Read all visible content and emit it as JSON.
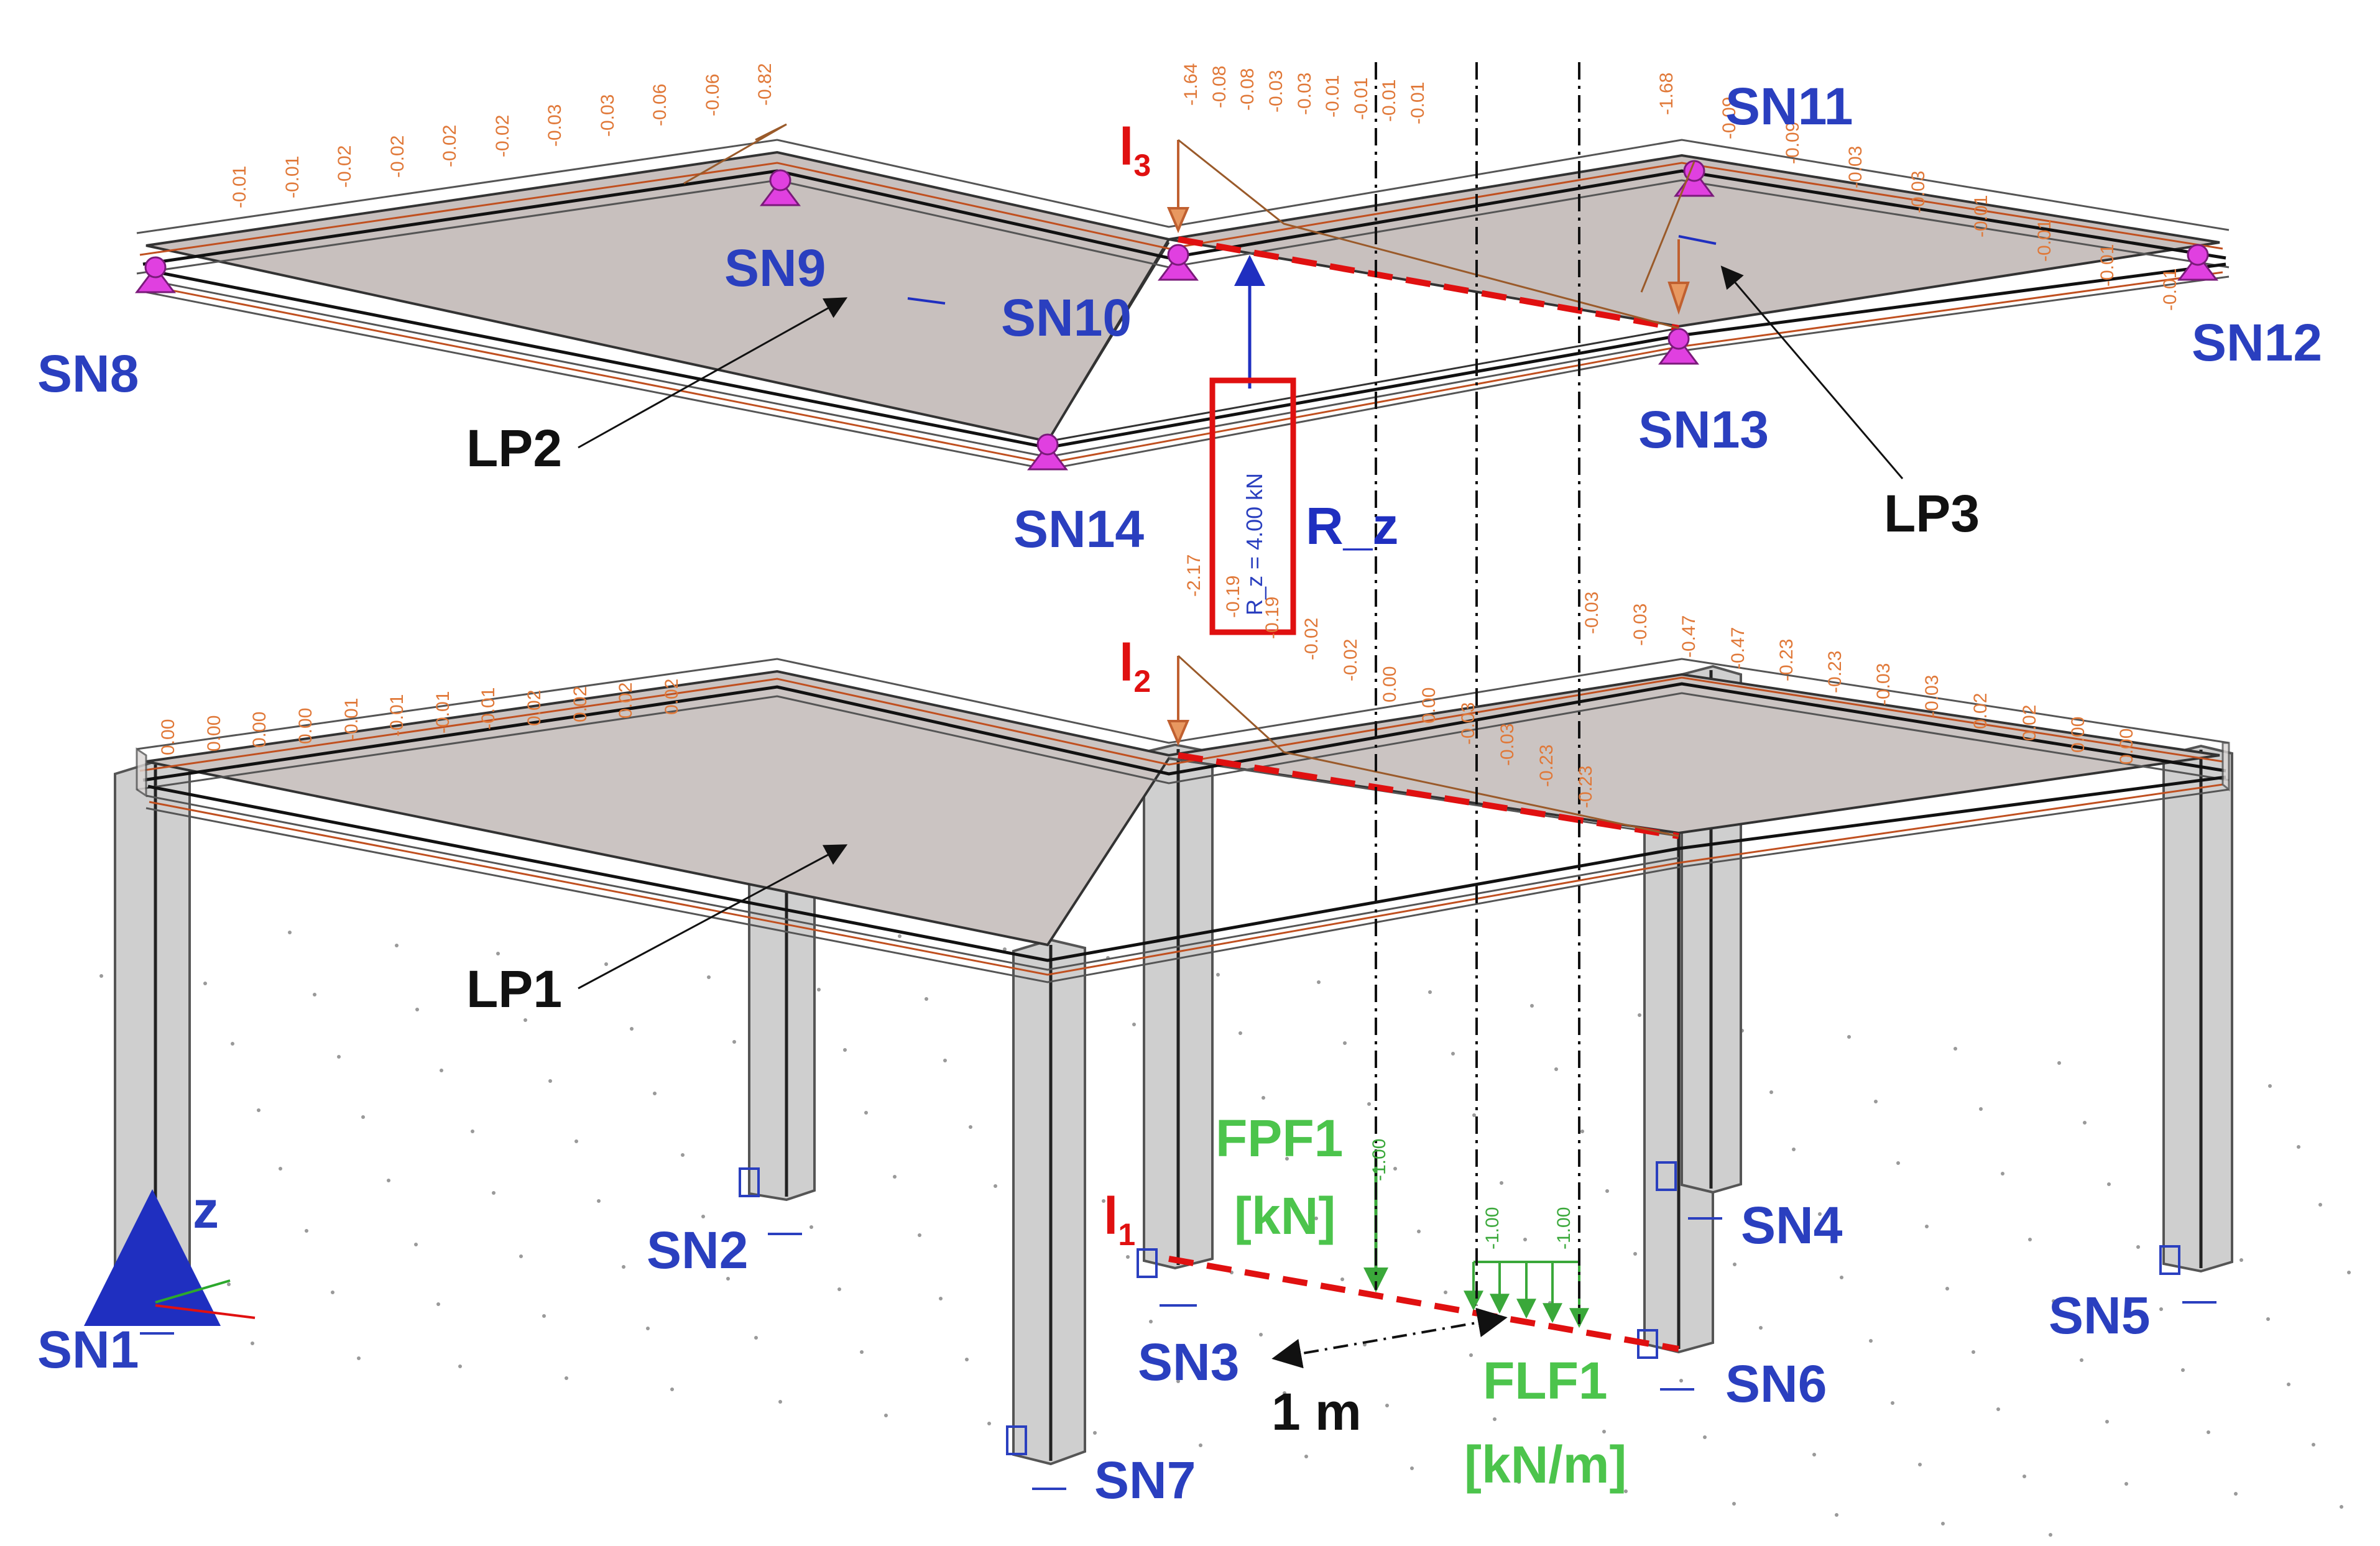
{
  "support_nodes": [
    "SN1",
    "SN2",
    "SN3",
    "SN4",
    "SN5",
    "SN6",
    "SN7",
    "SN8",
    "SN9",
    "SN10",
    "SN11",
    "SN12",
    "SN13",
    "SN14"
  ],
  "load_patterns": [
    "LP1",
    "LP2",
    "LP3"
  ],
  "loads": {
    "point_force": {
      "name": "FPF1",
      "unit": "[kN]",
      "value": "-1.00"
    },
    "line_force": {
      "name": "FLF1",
      "unit": "[kN/m]",
      "values": [
        "-1.00",
        "-1.00"
      ]
    }
  },
  "distance_label": "1 m",
  "axis_label": "z",
  "lines": {
    "l1": "l",
    "l1_sub": "1",
    "l2": "l",
    "l2_sub": "2",
    "l3": "l",
    "l3_sub": "3"
  },
  "reaction": {
    "label": "R_z",
    "value_text": "R_z = 4.00 kN"
  },
  "upper_values_left_edge": [
    "-0.01",
    "-0.01",
    "-0.02",
    "-0.02",
    "-0.02",
    "-0.02",
    "-0.03",
    "-0.03",
    "-0.06",
    "-0.06",
    "-0.82"
  ],
  "upper_values_mid": [
    "-1.64",
    "-0.08",
    "-0.08",
    "-0.03",
    "-0.03",
    "-0.01",
    "-0.01",
    "-0.01",
    "-0.01"
  ],
  "upper_values_right": [
    "-1.68",
    "-0.09",
    "-0.09",
    "-0.03",
    "-0.03",
    "-0.01",
    "-0.01",
    "-0.01",
    "-0.01"
  ],
  "lower_values_left_edge": [
    "0.00",
    "0.00",
    "0.00",
    "0.00",
    "-0.01",
    "-0.01",
    "-0.01",
    "-0.01",
    "0.02",
    "0.02",
    "0.02",
    "0.02"
  ],
  "lower_values_mid": [
    "-2.17",
    "-0.19",
    "-0.19",
    "-0.02",
    "-0.02",
    "0.00",
    "0.00",
    "-0.03",
    "-0.03",
    "-0.23",
    "-0.23"
  ],
  "lower_values_right": [
    "-0.03",
    "-0.03",
    "-0.47",
    "-0.47",
    "-0.23",
    "-0.23",
    "-0.03",
    "-0.03",
    "0.02",
    "0.02",
    "0.00",
    "0.00"
  ],
  "colors": {
    "node_label": "#2a3fbf",
    "load_label": "#4cc44c",
    "line_label": "#e01010",
    "values": "#e07838",
    "reaction": "#1f2fc0",
    "support": "#e040e0"
  }
}
